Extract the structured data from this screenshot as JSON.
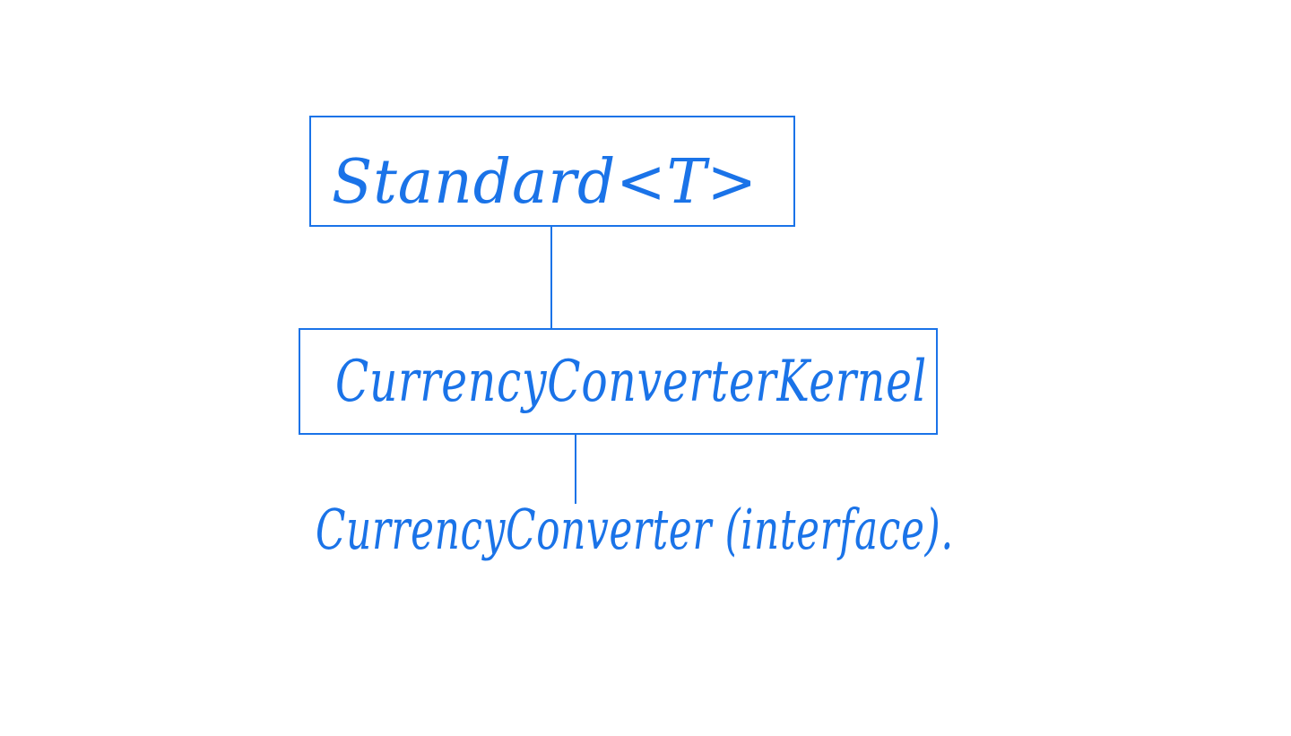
{
  "diagram": {
    "ink_color": "#1a73e8",
    "background_color": "#ffffff",
    "nodes": [
      {
        "id": "standard",
        "label": "Standard<T>",
        "boxed": true
      },
      {
        "id": "kernel",
        "label": "CurrencyConverterKernel",
        "boxed": true
      },
      {
        "id": "interface",
        "label": "CurrencyConverter (interface).",
        "boxed": false
      }
    ],
    "edges": [
      {
        "from": "standard",
        "to": "kernel"
      },
      {
        "from": "kernel",
        "to": "interface"
      }
    ]
  }
}
